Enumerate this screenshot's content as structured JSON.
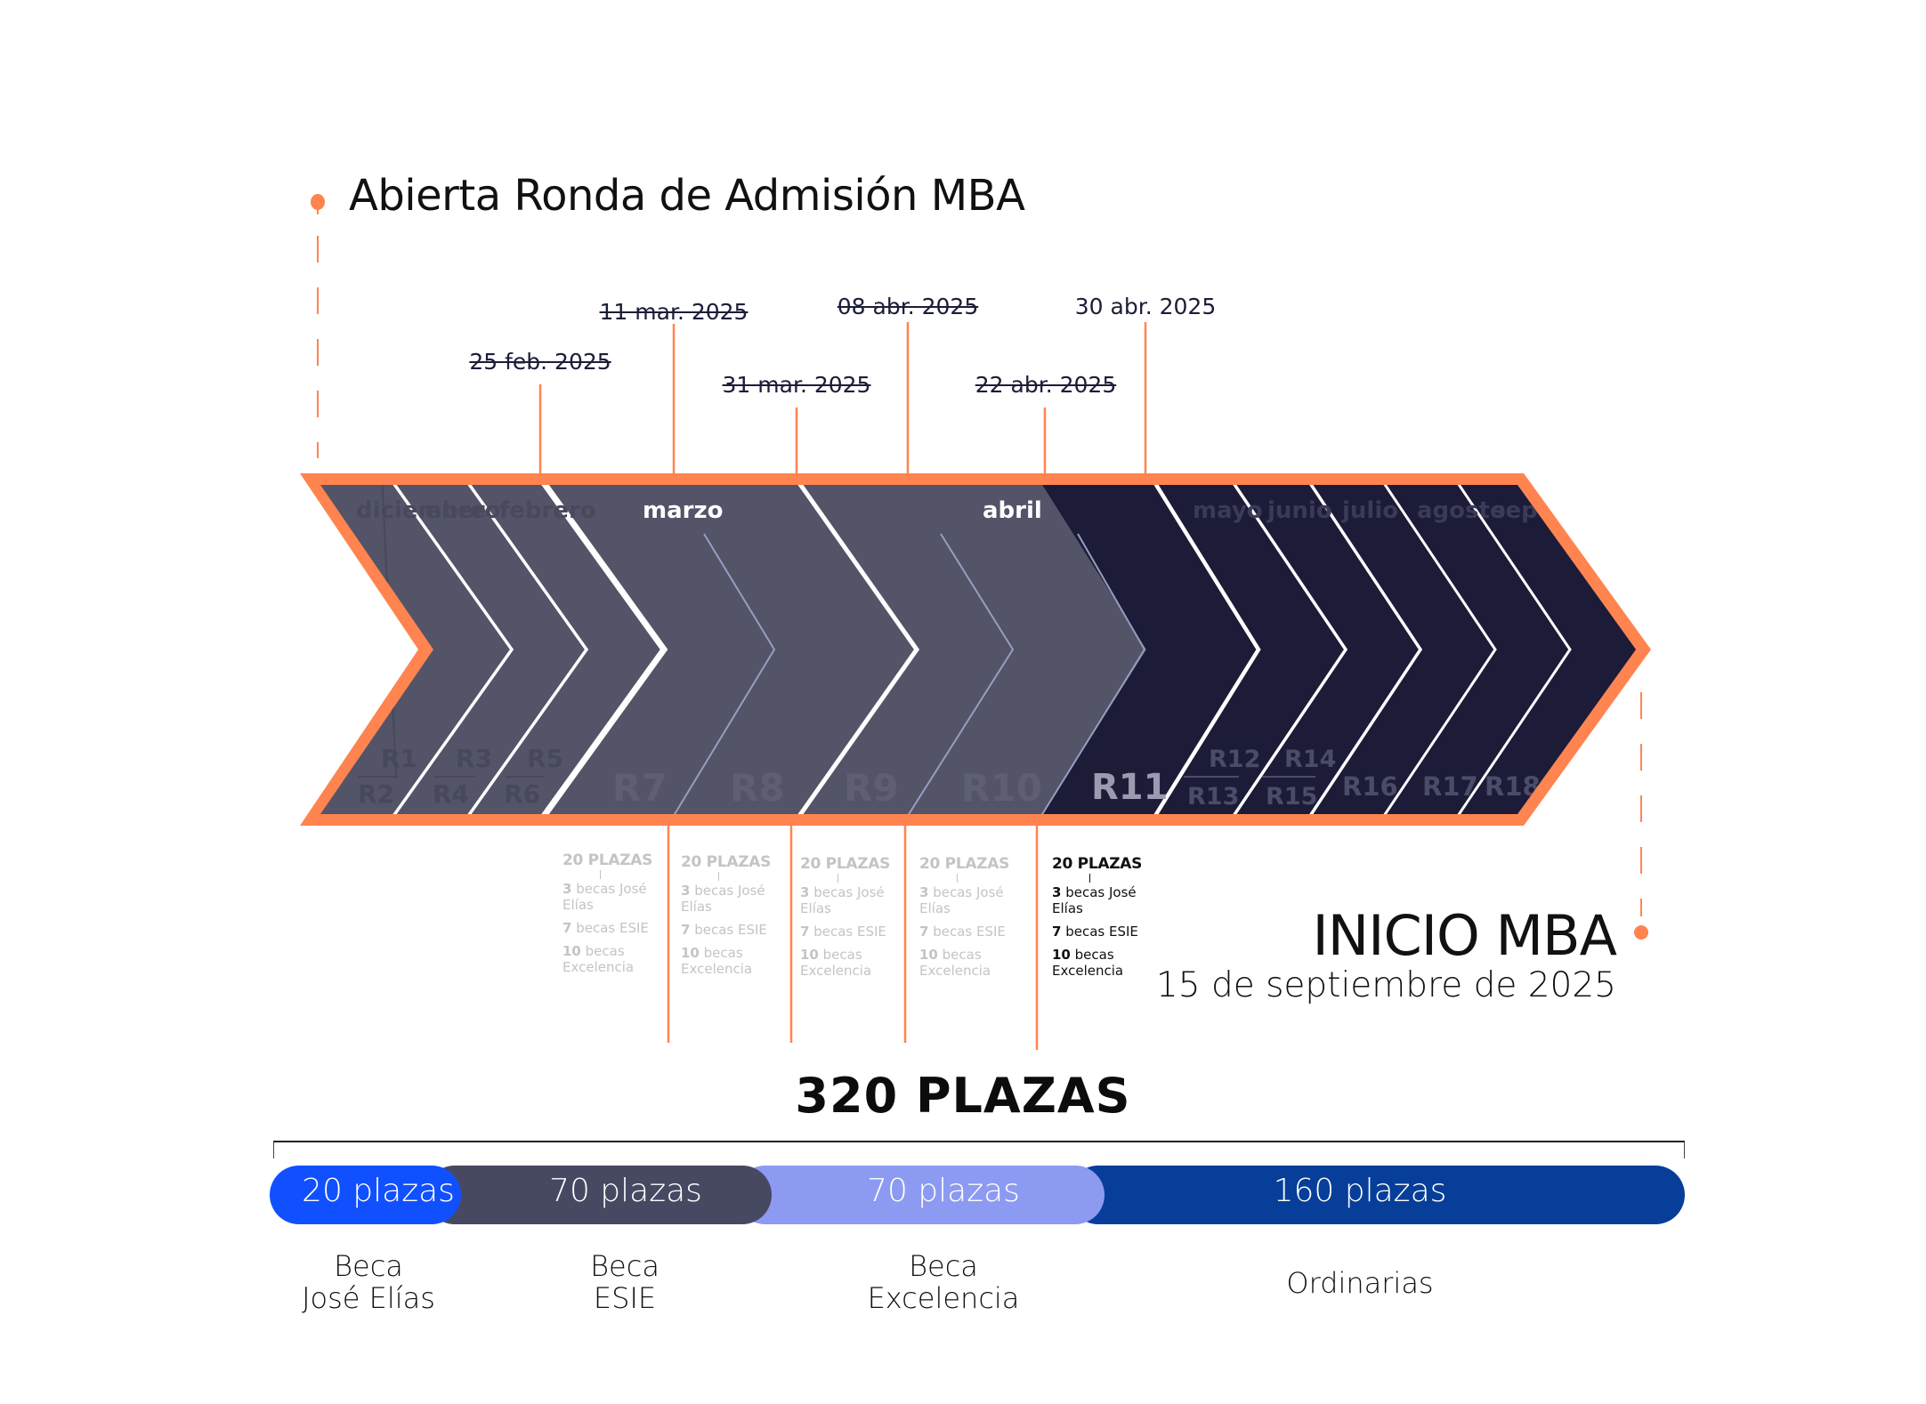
{
  "header": {
    "title": "Abierta Ronda de Admisión MBA"
  },
  "deadlines": [
    {
      "label": "25 feb. 2025",
      "struck": true
    },
    {
      "label": "11 mar. 2025",
      "struck": true
    },
    {
      "label": "31 mar. 2025",
      "struck": true
    },
    {
      "label": "08 abr. 2025",
      "struck": true
    },
    {
      "label": "22 abr. 2025",
      "struck": true
    },
    {
      "label": "30 abr. 2025",
      "struck": false
    }
  ],
  "months": [
    {
      "label": "diciembre",
      "state": "past"
    },
    {
      "label": "enero",
      "state": "past"
    },
    {
      "label": "febrero",
      "state": "past"
    },
    {
      "label": "marzo",
      "state": "highlight"
    },
    {
      "label": "abril",
      "state": "highlight"
    },
    {
      "label": "mayo",
      "state": "future"
    },
    {
      "label": "junio",
      "state": "future"
    },
    {
      "label": "julio",
      "state": "future"
    },
    {
      "label": "agosto",
      "state": "future"
    },
    {
      "label": "septiembre",
      "state": "future"
    }
  ],
  "rounds": {
    "past_pairs": [
      [
        "R1",
        "R2"
      ],
      [
        "R3",
        "R4"
      ],
      [
        "R5",
        "R6"
      ]
    ],
    "past_singles": [
      "R7",
      "R8",
      "R9",
      "R10"
    ],
    "current": "R11",
    "future_pairs": [
      [
        "R12",
        "R13"
      ],
      [
        "R14",
        "R15"
      ]
    ],
    "future_singles": [
      "R16",
      "R17",
      "R18"
    ]
  },
  "round_details": [
    {
      "round": "R7",
      "active": false,
      "plazas": "20 PLAZAS",
      "lines": [
        {
          "num": "3",
          "text": "becas José Elías"
        },
        {
          "num": "7",
          "text": "becas ESIE"
        },
        {
          "num": "10",
          "text": "becas Excelencia"
        }
      ]
    },
    {
      "round": "R8",
      "active": false,
      "plazas": "20 PLAZAS",
      "lines": [
        {
          "num": "3",
          "text": "becas José Elías"
        },
        {
          "num": "7",
          "text": "becas ESIE"
        },
        {
          "num": "10",
          "text": "becas Excelencia"
        }
      ]
    },
    {
      "round": "R9",
      "active": false,
      "plazas": "20 PLAZAS",
      "lines": [
        {
          "num": "3",
          "text": "becas José Elías"
        },
        {
          "num": "7",
          "text": "becas ESIE"
        },
        {
          "num": "10",
          "text": "becas Excelencia"
        }
      ]
    },
    {
      "round": "R10",
      "active": false,
      "plazas": "20 PLAZAS",
      "lines": [
        {
          "num": "3",
          "text": "becas José Elías"
        },
        {
          "num": "7",
          "text": "becas ESIE"
        },
        {
          "num": "10",
          "text": "becas Excelencia"
        }
      ]
    },
    {
      "round": "R11",
      "active": true,
      "plazas": "20 PLAZAS",
      "lines": [
        {
          "num": "3",
          "text": "becas José Elías"
        },
        {
          "num": "7",
          "text": "becas ESIE"
        },
        {
          "num": "10",
          "text": "becas Excelencia"
        }
      ]
    }
  ],
  "start": {
    "title": "INICIO MBA",
    "date": "15 de septiembre de 2025"
  },
  "summary": {
    "total_label": "320 PLAZAS",
    "total": 320,
    "segments": [
      {
        "value": 20,
        "label": "20 plazas",
        "category": [
          "Beca",
          "José Elías"
        ],
        "color": "#1150ff"
      },
      {
        "value": 70,
        "label": "70 plazas",
        "category": [
          "Beca",
          "ESIE"
        ],
        "color": "#474962"
      },
      {
        "value": 70,
        "label": "70 plazas",
        "category": [
          "Beca",
          "Excelencia"
        ],
        "color": "#8c9af2"
      },
      {
        "value": 160,
        "label": "160 plazas",
        "category": [
          "Ordinarias"
        ],
        "color": "#073e99"
      }
    ]
  },
  "colors": {
    "accent": "#ff8450",
    "past_fill": "#535468",
    "future_fill": "#1c1c38",
    "divider_light": "#9a9cc0",
    "text_dark": "#1c1d38"
  }
}
